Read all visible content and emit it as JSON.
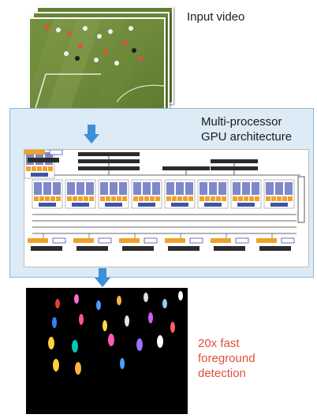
{
  "labels": {
    "input_video": "Input video",
    "gpu_line1": "Multi-processor",
    "gpu_line2": "GPU architecture",
    "result_line1": "20x fast",
    "result_line2": "foreground",
    "result_line3": "detection"
  },
  "colors": {
    "panel_bg": "#dcebf6",
    "arrow": "#3d8fd6",
    "pitch_green": "#6f8d3c",
    "sm_blue": "#7f88c9",
    "alu_orange": "#f0a12a",
    "result_red": "#e0503c"
  }
}
